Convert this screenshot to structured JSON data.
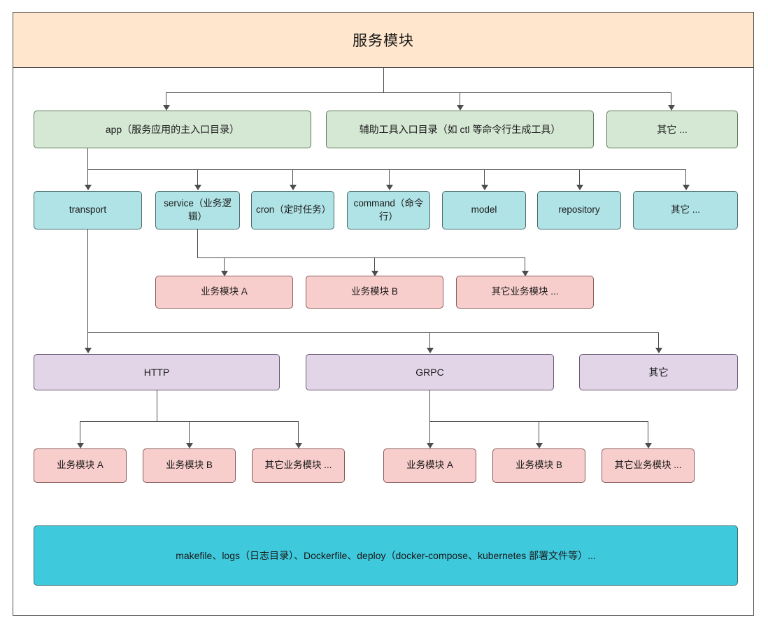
{
  "diagram": {
    "title": "服务模块",
    "type": "hierarchy-flowchart",
    "colors": {
      "header": "#ffe6cc",
      "level1": "#d5e8d4",
      "level2": "#b0e3e6",
      "business": "#f8cecc",
      "protocol": "#e1d5e7",
      "footer": "#3fc9dd",
      "stroke": "#4d4d4d"
    },
    "rows": {
      "entry": [
        {
          "id": "app",
          "label": "app（服务应用的主入口目录）"
        },
        {
          "id": "tools",
          "label": "辅助工具入口目录（如 ctl 等命令行生成工具）"
        },
        {
          "id": "entry-other",
          "label": "其它 ..."
        }
      ],
      "app_children": [
        {
          "id": "transport",
          "label": "transport"
        },
        {
          "id": "service",
          "label": "service（业务逻辑）"
        },
        {
          "id": "cron",
          "label": "cron（定时任务）"
        },
        {
          "id": "command",
          "label": "command（命令行）"
        },
        {
          "id": "model",
          "label": "model"
        },
        {
          "id": "repository",
          "label": "repository"
        },
        {
          "id": "app-other",
          "label": "其它 ..."
        }
      ],
      "service_children": [
        {
          "id": "svc-biz-a",
          "label": "业务模块 A"
        },
        {
          "id": "svc-biz-b",
          "label": "业务模块 B"
        },
        {
          "id": "svc-biz-other",
          "label": "其它业务模块 ..."
        }
      ],
      "protocols": [
        {
          "id": "http",
          "label": "HTTP"
        },
        {
          "id": "grpc",
          "label": "GRPC"
        },
        {
          "id": "proto-other",
          "label": "其它"
        }
      ],
      "http_children": [
        {
          "id": "http-biz-a",
          "label": "业务模块 A"
        },
        {
          "id": "http-biz-b",
          "label": "业务模块 B"
        },
        {
          "id": "http-biz-other",
          "label": "其它业务模块 ..."
        }
      ],
      "grpc_children": [
        {
          "id": "grpc-biz-a",
          "label": "业务模块 A"
        },
        {
          "id": "grpc-biz-b",
          "label": "业务模块 B"
        },
        {
          "id": "grpc-biz-other",
          "label": "其它业务模块 ..."
        }
      ],
      "footer": {
        "id": "footer-bar",
        "label": "makefile、logs（日志目录）、Dockerfile、deploy（docker-compose、kubernetes 部署文件等）..."
      }
    }
  }
}
